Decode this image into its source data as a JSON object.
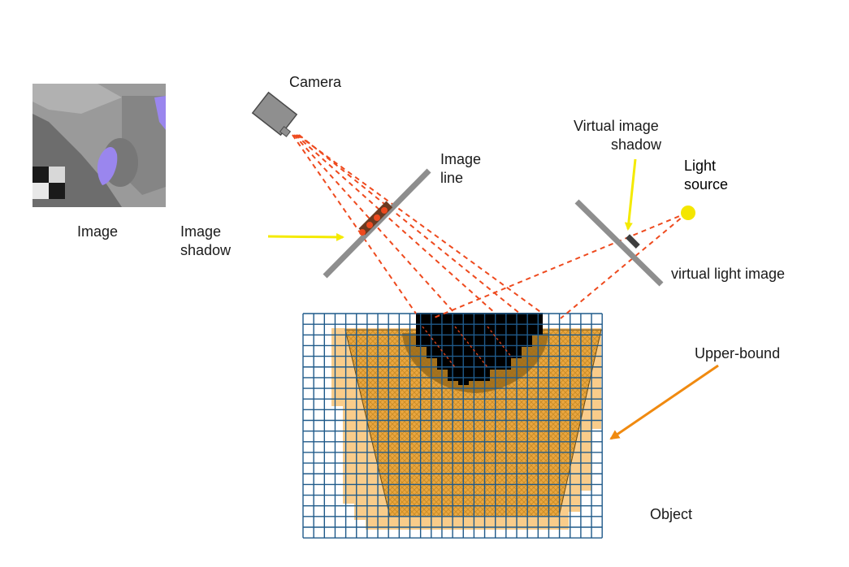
{
  "labels": {
    "image": "Image",
    "camera": "Camera",
    "image_line_1": "Image",
    "image_line_2": "line",
    "image_shadow_1": "Image",
    "image_shadow_2": "shadow",
    "virtual_shadow_1": "Virtual image",
    "virtual_shadow_2": "shadow",
    "light_source_1": "Light",
    "light_source_2": "source",
    "virtual_light_image": "virtual light image",
    "upper_bound": "Upper-bound",
    "object": "Object"
  },
  "colors": {
    "grid": "#1f5a8a",
    "upper_bound_fill": "#f9cc8a",
    "object_fill": "#e9a23a",
    "shadow_cells": "#000000",
    "shadow_region": "#9a6a1a",
    "rays": "#ee4a1e",
    "image_line": "#8e8e8e",
    "pointer_yellow": "#f4ea00",
    "pointer_orange": "#f08a10",
    "light_source": "#f4e600",
    "camera_body": "#8f8f8f",
    "thumb_surface": "#8d8d8d",
    "thumb_highlight": "#9a86ee"
  },
  "icons": {
    "camera": "camera-icon",
    "light": "light-source-icon",
    "thumbnail": "rendered-image-thumbnail"
  }
}
